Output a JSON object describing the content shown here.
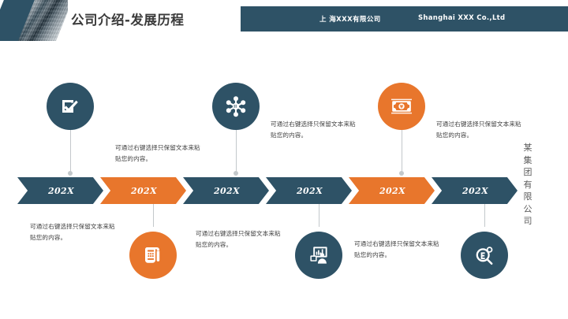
{
  "slide": {
    "title": "公司介绍-发展历程",
    "header": {
      "company_cn": "上 海XXX有限公司",
      "company_en": "Shanghai XXX  Co.,Ltd"
    },
    "vertical_brand": [
      "某",
      "集",
      "团",
      "有",
      "限",
      "公",
      "司"
    ],
    "colors": {
      "dark_teal": "#2e5266",
      "orange": "#e8762c",
      "connector_gray": "#c3c8cb",
      "text_gray": "#3f3f3f",
      "title_gray": "#3a3a3a"
    }
  },
  "timeline": {
    "milestones": [
      {
        "year_label": "202X",
        "arrow_color": "dark",
        "icon": "checkbox-check-icon",
        "circle_color": "dark",
        "circle_position": "top",
        "caption": "可通过右键选择只保留文本来粘贴您的内容。",
        "caption_position": "bottom"
      },
      {
        "year_label": "202X",
        "arrow_color": "orange",
        "icon": "scroll-document-icon",
        "circle_color": "orange",
        "circle_position": "bottom",
        "caption": "可通过右键选择只保留文本来粘贴您的内容。",
        "caption_position": "top"
      },
      {
        "year_label": "202X",
        "arrow_color": "dark",
        "icon": "molecule-network-icon",
        "circle_color": "dark",
        "circle_position": "top",
        "caption": "可通过右键选择只保留文本来粘贴您的内容。",
        "caption_position": "bottom"
      },
      {
        "year_label": "202X",
        "arrow_color": "dark",
        "icon": "presentation-person-icon",
        "circle_color": "dark",
        "circle_position": "bottom",
        "caption": "可通过右键选择只保留文本来粘贴您的内容。",
        "caption_position": "top"
      },
      {
        "year_label": "202X",
        "arrow_color": "orange",
        "icon": "money-banknote-icon",
        "circle_color": "orange",
        "circle_position": "top",
        "caption": "可通过右键选择只保留文本来粘贴您的内容。",
        "caption_position": "bottom"
      },
      {
        "year_label": "202X",
        "arrow_color": "dark",
        "icon": "search-magnifier-icon",
        "circle_color": "dark",
        "circle_position": "bottom",
        "caption": "可通过右键选择只保留文本来粘贴您的内容。",
        "caption_position": "top"
      }
    ]
  }
}
